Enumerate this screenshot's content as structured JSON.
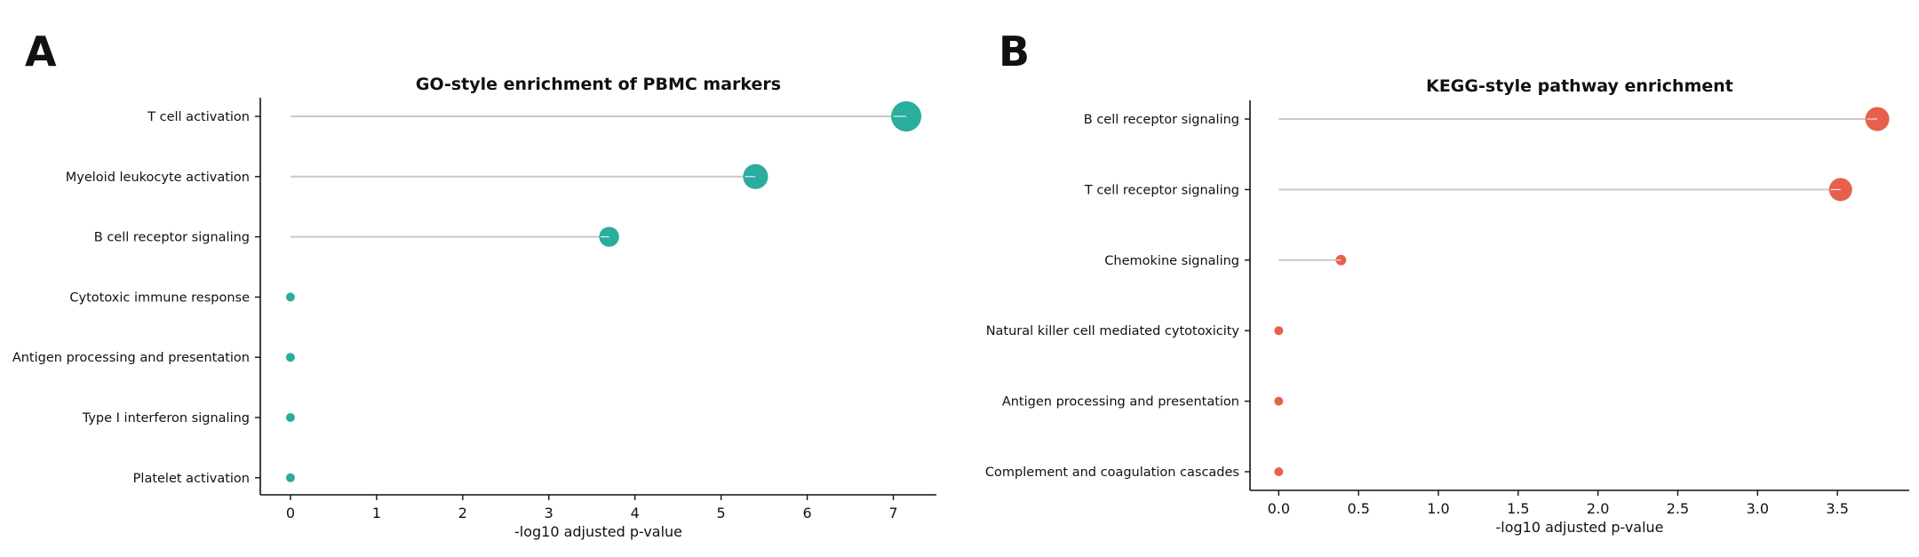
{
  "chart_data": [
    {
      "panel": "A",
      "type": "lollipop",
      "title": "GO-style enrichment of PBMC markers",
      "xlabel": "-log10 adjusted p-value",
      "ylabel": "",
      "color": "#2aad9c",
      "xlim": [
        -0.35,
        7.5
      ],
      "xticks": [
        0,
        1,
        2,
        3,
        4,
        5,
        6,
        7
      ],
      "categories": [
        "T cell activation",
        "Myeloid leukocyte activation",
        "B cell receptor signaling",
        "Cytotoxic immune response",
        "Antigen processing and presentation",
        "Type I interferon signaling",
        "Platelet activation"
      ],
      "values": [
        7.15,
        5.4,
        3.7,
        0,
        0,
        0,
        0
      ],
      "grid": false
    },
    {
      "panel": "B",
      "type": "lollipop",
      "title": "KEGG-style pathway enrichment",
      "xlabel": "-log10 adjusted p-value",
      "ylabel": "",
      "color": "#e8604c",
      "xlim": [
        -0.18,
        3.95
      ],
      "xticks": [
        0.0,
        0.5,
        1.0,
        1.5,
        2.0,
        2.5,
        3.0,
        3.5
      ],
      "tick_labels": [
        "0.0",
        "0.5",
        "1.0",
        "1.5",
        "2.0",
        "2.5",
        "3.0",
        "3.5"
      ],
      "categories": [
        "B cell receptor signaling",
        "T cell receptor signaling",
        "Chemokine signaling",
        "Natural killer cell mediated cytotoxicity",
        "Antigen processing and presentation",
        "Complement and coagulation cascades"
      ],
      "values": [
        3.75,
        3.52,
        0.39,
        0,
        0,
        0
      ],
      "grid": false
    }
  ]
}
